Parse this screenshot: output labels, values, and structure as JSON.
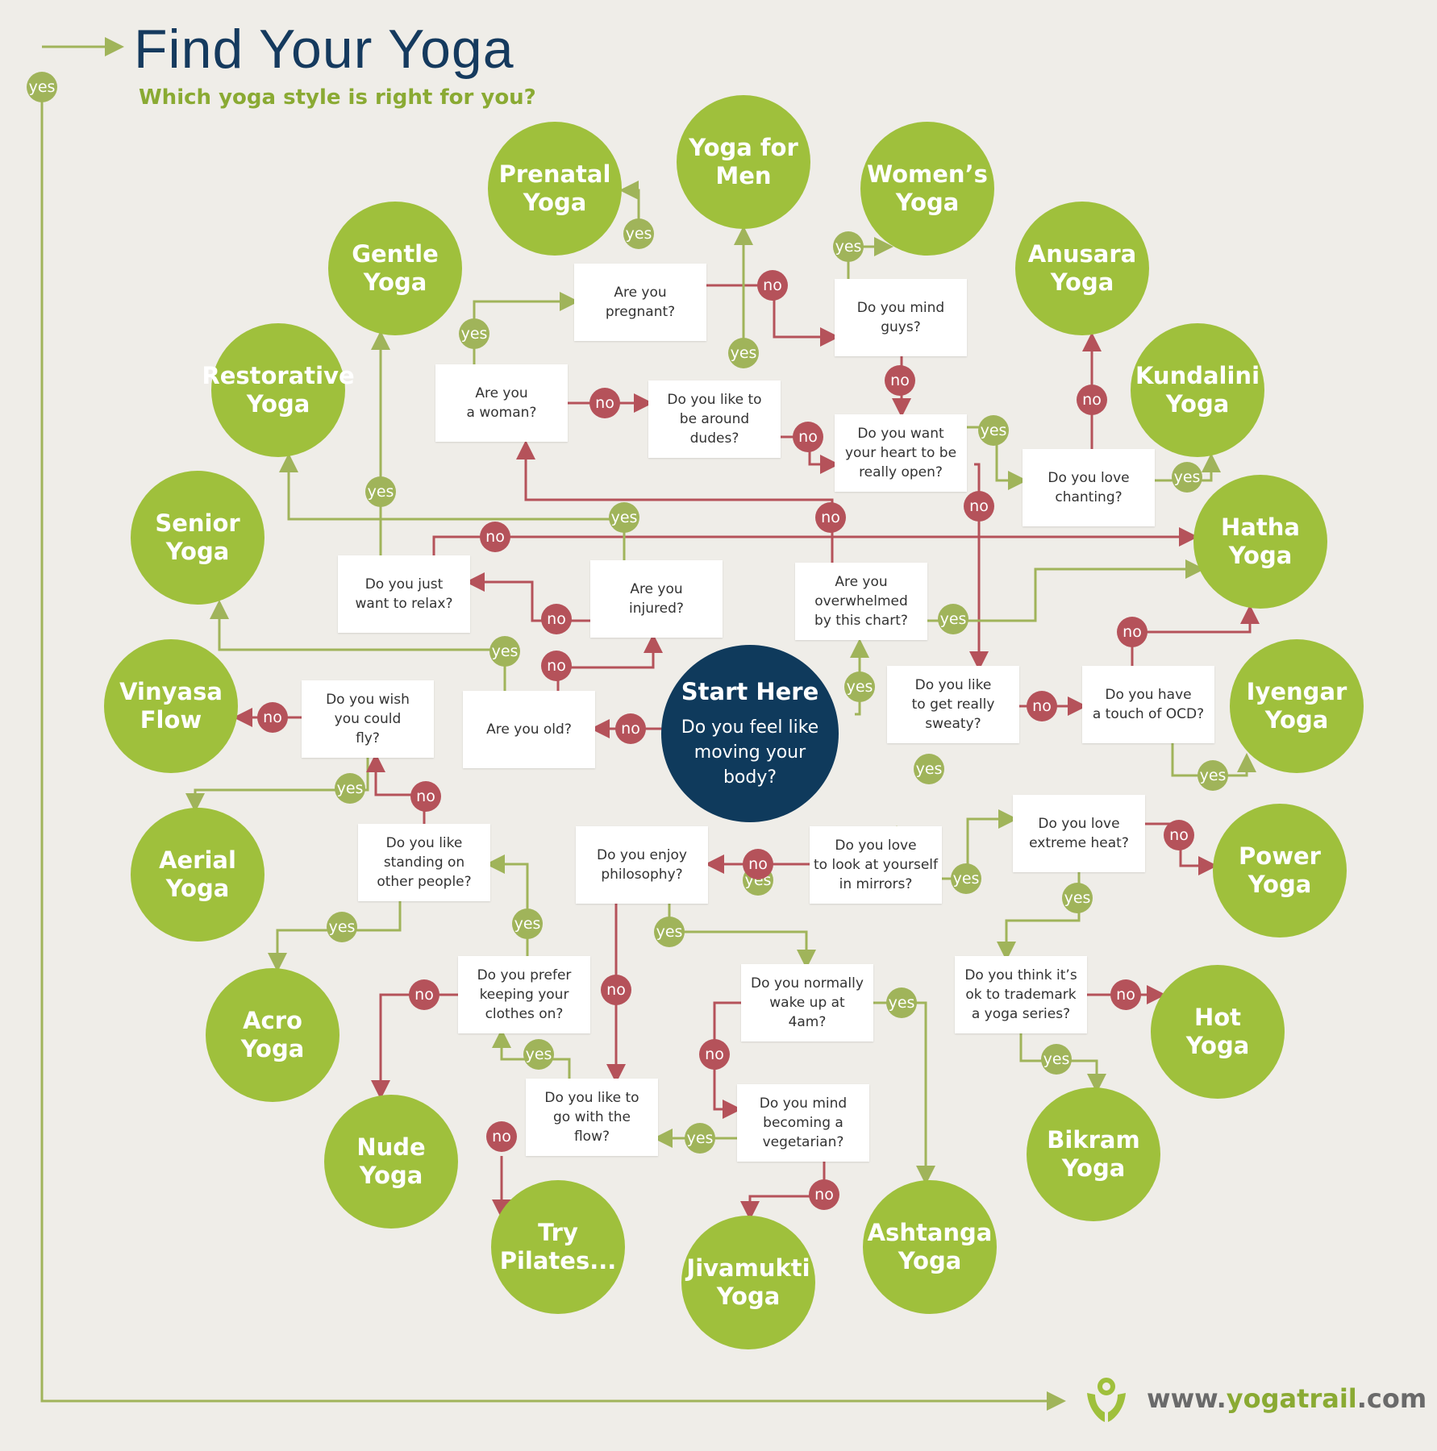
{
  "header": {
    "title": "Find Your Yoga",
    "subtitle": "Which yoga style is right for you?"
  },
  "start": {
    "title": "Start Here",
    "question": "Do you feel like\nmoving your\nbody?"
  },
  "questions": [
    {
      "id": "pregnant",
      "text": "Are you\npregnant?"
    },
    {
      "id": "mind-guys",
      "text": "Do you mind\nguys?"
    },
    {
      "id": "woman",
      "text": "Are you\na woman?"
    },
    {
      "id": "dudes",
      "text": "Do you like to\nbe around\ndudes?"
    },
    {
      "id": "heart-open",
      "text": "Do you want\nyour heart to be\nreally open?"
    },
    {
      "id": "chanting",
      "text": "Do you love\nchanting?"
    },
    {
      "id": "relax",
      "text": "Do you just\nwant to relax?"
    },
    {
      "id": "injured",
      "text": "Are you\ninjured?"
    },
    {
      "id": "overwhelmed",
      "text": "Are you\noverwhelmed\nby this chart?"
    },
    {
      "id": "fly",
      "text": "Do you wish\nyou could\nfly?"
    },
    {
      "id": "old",
      "text": "Are you old?"
    },
    {
      "id": "sweaty",
      "text": "Do you like\nto get really\nsweaty?"
    },
    {
      "id": "ocd",
      "text": "Do you have\na touch of OCD?"
    },
    {
      "id": "standing",
      "text": "Do you like\nstanding on\nother people?"
    },
    {
      "id": "philosophy",
      "text": "Do you enjoy\nphilosophy?"
    },
    {
      "id": "mirrors",
      "text": "Do you love\nto look at yourself\nin mirrors?"
    },
    {
      "id": "heat",
      "text": "Do you love\nextreme heat?"
    },
    {
      "id": "clothes",
      "text": "Do you prefer\nkeeping your\nclothes on?"
    },
    {
      "id": "wake",
      "text": "Do you normally\nwake up at\n4am?"
    },
    {
      "id": "trademark",
      "text": "Do you think it’s\nok to trademark\na yoga series?"
    },
    {
      "id": "flow",
      "text": "Do you like to\ngo with the\nflow?"
    },
    {
      "id": "vegetarian",
      "text": "Do you mind\nbecoming a\nvegetarian?"
    }
  ],
  "outcomes": [
    {
      "id": "prenatal",
      "text": "Prenatal\nYoga"
    },
    {
      "id": "men",
      "text": "Yoga for\nMen"
    },
    {
      "id": "womens",
      "text": "Women’s\nYoga"
    },
    {
      "id": "gentle",
      "text": "Gentle\nYoga"
    },
    {
      "id": "anusara",
      "text": "Anusara\nYoga"
    },
    {
      "id": "restorative",
      "text": "Restorative\nYoga"
    },
    {
      "id": "kundalini",
      "text": "Kundalini\nYoga"
    },
    {
      "id": "senior",
      "text": "Senior\nYoga"
    },
    {
      "id": "hatha",
      "text": "Hatha\nYoga"
    },
    {
      "id": "vinyasa",
      "text": "Vinyasa\nFlow"
    },
    {
      "id": "iyengar",
      "text": "Iyengar\nYoga"
    },
    {
      "id": "aerial",
      "text": "Aerial\nYoga"
    },
    {
      "id": "power",
      "text": "Power\nYoga"
    },
    {
      "id": "acro",
      "text": "Acro\nYoga"
    },
    {
      "id": "hot",
      "text": "Hot\nYoga"
    },
    {
      "id": "nude",
      "text": "Nude\nYoga"
    },
    {
      "id": "bikram",
      "text": "Bikram\nYoga"
    },
    {
      "id": "pilates",
      "text": "Try\nPilates..."
    },
    {
      "id": "ashtanga",
      "text": "Ashtanga\nYoga"
    },
    {
      "id": "jivamukti",
      "text": "Jivamukti\nYoga"
    }
  ],
  "answers": {
    "yes": "yes",
    "no": "no"
  },
  "footer": {
    "prefix": "www.",
    "brand": "yogatrail",
    "suffix": ".com"
  },
  "colors": {
    "outcome": "#9fc03c",
    "yes": "#a0b45a",
    "no": "#b5525a",
    "start": "#0f3a5c",
    "title": "#153a5e",
    "background": "#efede8"
  }
}
